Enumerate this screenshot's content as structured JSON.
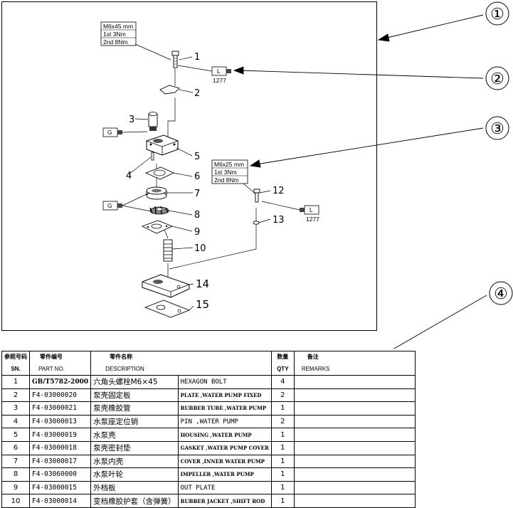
{
  "callouts": [
    "①",
    "②",
    "③",
    "④"
  ],
  "spec_box_1": {
    "size": "M6x45 mm",
    "torque_1": "1st 3Nm",
    "torque_2": "2nd 8Nm"
  },
  "spec_box_2": {
    "size": "M6x25 mm",
    "torque_1": "1st 3Nm",
    "torque_2": "2nd 8Nm"
  },
  "tags": {
    "l_letter": "L",
    "l_code": "1277",
    "g_letter": "G"
  },
  "item_numbers": [
    "1",
    "2",
    "3",
    "4",
    "5",
    "6",
    "7",
    "8",
    "9",
    "10",
    "12",
    "13",
    "14",
    "15"
  ],
  "table": {
    "header_cn": {
      "sn": "参照号码",
      "part_no": "零件编号",
      "description": "零件名称",
      "qty": "数量",
      "remarks": "备注"
    },
    "header_en": {
      "sn": "SN.",
      "part_no": "PART NO.",
      "description": "DESCRIPTION",
      "qty": "QTY",
      "remarks": "REMARKS"
    },
    "rows": [
      {
        "sn": "1",
        "part_no": "GB/T5782-2000",
        "cn": "六角头螺栓M6×45",
        "en": "HEXAGON BOLT",
        "qty": "4",
        "remarks": ""
      },
      {
        "sn": "2",
        "part_no": "F4-03000020",
        "cn": "泵壳固定板",
        "en": "PLATE ,WATER PUMP FIXED",
        "qty": "2",
        "remarks": ""
      },
      {
        "sn": "3",
        "part_no": "F4-03000021",
        "cn": "泵壳橡胶管",
        "en": "RUBBER TUBE ,WATER PUMP",
        "qty": "1",
        "remarks": ""
      },
      {
        "sn": "4",
        "part_no": "F4-03000013",
        "cn": "水泵座定位销",
        "en": "PIN ,WATER PUMP",
        "qty": "2",
        "remarks": ""
      },
      {
        "sn": "5",
        "part_no": "F4-03000019",
        "cn": "水泵壳",
        "en": "HOUSING ,WATER PUMP",
        "qty": "1",
        "remarks": ""
      },
      {
        "sn": "6",
        "part_no": "F4-03000018",
        "cn": "泵壳密封垫",
        "en": "GASKET ,WATER PUMP COVER",
        "qty": "1",
        "remarks": ""
      },
      {
        "sn": "7",
        "part_no": "F4-03000017",
        "cn": "水泵内壳",
        "en": "COVER ,INNER WATER PUMP",
        "qty": "1",
        "remarks": ""
      },
      {
        "sn": "8",
        "part_no": "F4-03060000",
        "cn": "水泵叶轮",
        "en": "IMPELLER ,WATER PUMP",
        "qty": "1",
        "remarks": ""
      },
      {
        "sn": "9",
        "part_no": "F4-03000015",
        "cn": "外档板",
        "en": "OUT PLATE",
        "qty": "1",
        "remarks": ""
      },
      {
        "sn": "10",
        "part_no": "F4-03000014",
        "cn": "变档橡胶护套（含弹簧）",
        "en": "RUBBER JACKET ,SHIFT ROD",
        "qty": "1",
        "remarks": ""
      }
    ]
  }
}
